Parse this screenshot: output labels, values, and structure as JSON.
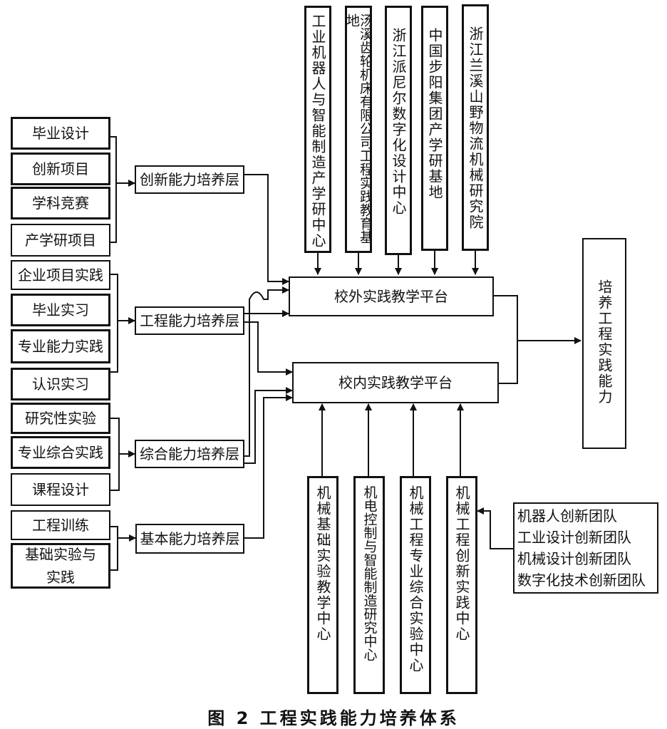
{
  "left_items": {
    "graduation_design": "毕业设计",
    "innovation_projects": "创新项目",
    "subject_competitions": "学科竞赛",
    "iur_projects": "产学研项目",
    "enterprise_projects": "企业项目实践",
    "graduation_internship": "毕业实习",
    "professional_practice": "专业能力实践",
    "cognition_internship": "认识实习",
    "research_experiments": "研究性实验",
    "comprehensive_practice": "专业综合实践",
    "course_design": "课程设计",
    "engineering_training": "工程训练",
    "basic_experiments": "基础实验与实践"
  },
  "layers": {
    "innovation": "创新能力培养层",
    "engineering": "工程能力培养层",
    "comprehensive": "综合能力培养层",
    "basic": "基本能力培养层"
  },
  "platforms": {
    "off_campus": "校外实践教学平台",
    "on_campus": "校内实践教学平台"
  },
  "outcome": "培养工程实践能力",
  "external_bases": [
    "工业机器人与智能制造产学研中心",
    "汤溪齿轮机床有限公司工程实践教育基地",
    "浙江派尼尔数字化设计中心",
    "中国步阳集团产学研基地",
    "浙江兰溪山野物流机械研究院"
  ],
  "internal_centers": [
    "机械基础实验教学中心",
    "机电控制与智能制造研究中心",
    "机械工程专业综合实验中心",
    "机械工程创新实践中心"
  ],
  "teams": [
    "机器人创新团队",
    "工业设计创新团队",
    "机械设计创新团队",
    "数字化技术创新团队"
  ],
  "caption": "图 2    工程实践能力培养体系"
}
